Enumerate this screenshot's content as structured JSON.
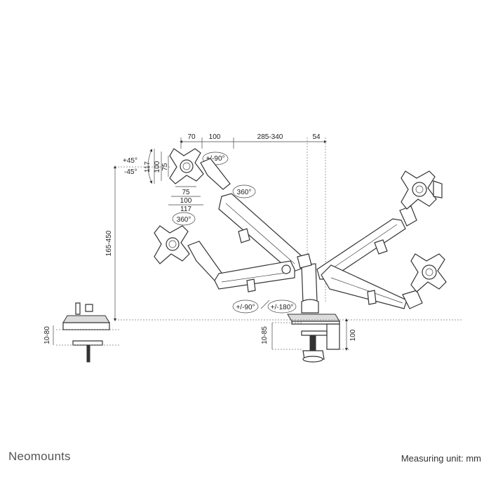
{
  "dimensions": {
    "top_widths": [
      "70",
      "100",
      "285-340",
      "54"
    ],
    "tilt_up": "+45°",
    "tilt_down": "-45°",
    "vesa_vertical": [
      "117",
      "100",
      "75"
    ],
    "vesa_horizontal": [
      "75",
      "100",
      "117"
    ],
    "rotate_top": "+/-90°",
    "swivel_arm": "360°",
    "swivel_plate": "360°",
    "height_range": "165-450",
    "rotate_bottom": "+/-90°",
    "rotate_base": "+/-180°",
    "desk_left": "10-80",
    "desk_mid": "10-85",
    "desk_right": "100"
  },
  "footer": {
    "brand": "Neomounts",
    "unit_note": "Measuring unit: mm"
  }
}
